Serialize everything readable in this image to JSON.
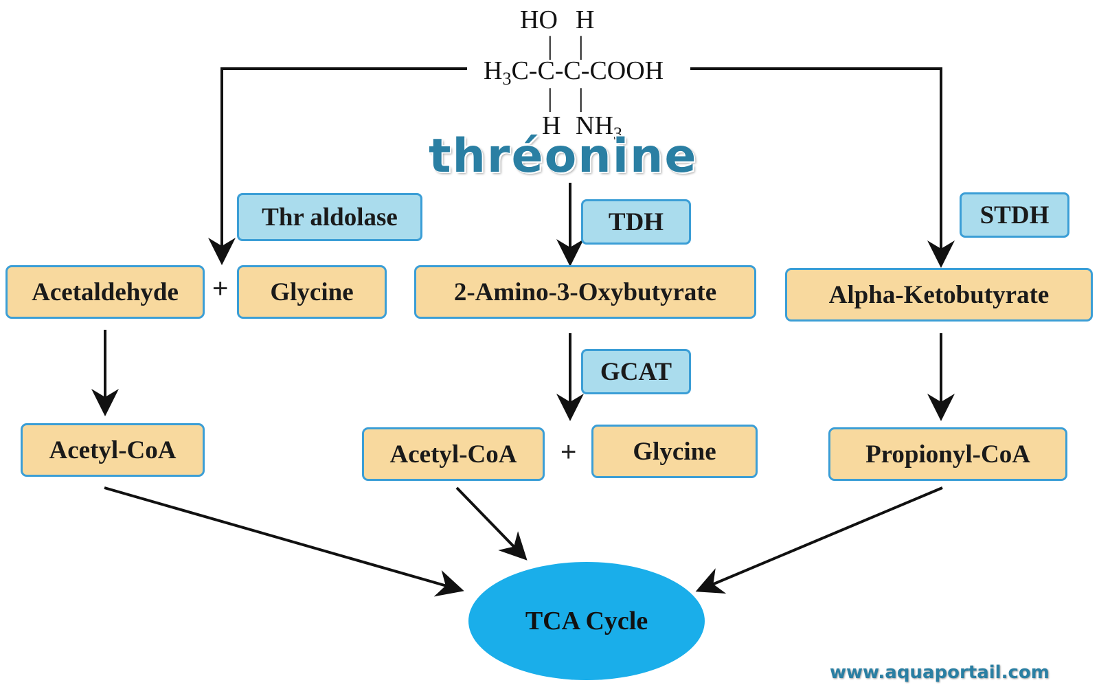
{
  "molecule": {
    "top_left": "HO",
    "top_right": "H",
    "chain_h3c": "H",
    "chain_sub3": "3",
    "chain_rest": "C-C-C-COOH",
    "bottom_left": "H",
    "bottom_right": "NH",
    "bottom_right_sub": "3",
    "bond": "|"
  },
  "title": "thréonine",
  "enzymes": {
    "thr_aldolase": "Thr aldolase",
    "tdh": "TDH",
    "stdh": "STDH",
    "gcat": "GCAT"
  },
  "nodes": {
    "acetaldehyde": "Acetaldehyde",
    "glycine_left": "Glycine",
    "amino_oxybutyrate": "2-Amino-3-Oxybutyrate",
    "alpha_ketobutyrate": "Alpha-Ketobutyrate",
    "acetyl_coa_left": "Acetyl-CoA",
    "acetyl_coa_mid": "Acetyl-CoA",
    "glycine_mid": "Glycine",
    "propionyl_coa": "Propionyl-CoA",
    "tca_cycle": "TCA Cycle"
  },
  "plus_sign": "+",
  "watermark": "www.aquaportail.com",
  "colors": {
    "node_fill": "#f8d99e",
    "node_border": "#3b9ed6",
    "enzyme_fill": "#aadced",
    "tca_fill": "#1aaeea",
    "title_color": "#2a7fa3",
    "arrow": "#111111"
  }
}
